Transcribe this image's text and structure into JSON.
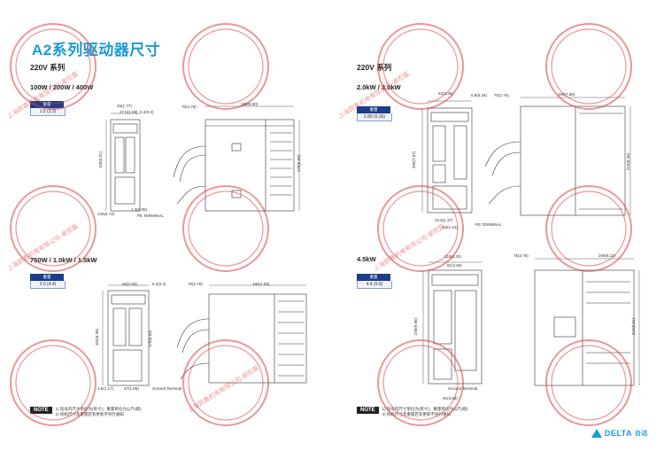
{
  "page_title": "A2系列驱动器尺寸",
  "left": {
    "voltage_label": "220V 系列",
    "group1": {
      "power_label": "100W / 200W / 400W",
      "weight_header": "重量",
      "weight_value": "1.5 (3.3)",
      "dims": {
        "d1": "45(1.77)",
        "d2": "27.5(1.08)",
        "d3": "5.2(0.2)",
        "d4": "70(2.76)",
        "d5": "165(6.50)",
        "d6": "150(5.91)",
        "d7": "170(6.69)",
        "d8": "120(4.72)",
        "d9": "1.2(0.05)"
      },
      "pe_label": "PE TERMINAL"
    },
    "group2": {
      "power_label": "750W / 1.0kW / 1.5kW",
      "weight_header": "重量",
      "weight_value": "2.0 (4.4)",
      "dims": {
        "d1": "65(2.56)",
        "d2": "5.2(0.2)",
        "d3": "70(2.76)",
        "d4": "180(7.09)",
        "d5": "162(6.38)",
        "d6": "170(6.69)",
        "d7": "3.5(1.17)",
        "d8": "47(1.85)"
      },
      "ground_label": "Ground Terminal"
    },
    "note_tag": "NOTE",
    "note_lines": [
      "1) 括号内尺寸单位为(英寸)；重量单位为公斤(磅)",
      "2) 机构尺寸及重量若有更新不另行通知"
    ]
  },
  "right": {
    "voltage_label": "220V 系列",
    "group1": {
      "power_label": "2.0kW / 3.0kW",
      "weight_header": "重量",
      "weight_value": "2.89 (6.36)",
      "dims": {
        "d1": "62(2.25)",
        "d2": "6.6(0.26)",
        "d3": "70(2.76)",
        "d4": "195(7.68)",
        "d5": "200(7.87)",
        "d6": "215(8.46)",
        "d7": "34.5(1.37)",
        "d8": "62(2.44)"
      },
      "pe_label": "PE TERMINAL"
    },
    "group2": {
      "power_label": "4.5kW",
      "weight_header": "重量",
      "weight_value": "4.4 (9.8)",
      "dims": {
        "d1": "110(4.33)",
        "d2": "91(3.58)",
        "d3": "75(2.76)",
        "d4": "206(8.11)",
        "d5": "230(9.06)",
        "d6": "244(9.61)",
        "d7": "91(3.58)"
      },
      "ground_label": "Ground Terminal"
    },
    "note_tag": "NOTE",
    "note_lines": [
      "1) 括号内尺寸单位为(英寸)；重量单位为公斤(磅)",
      "2) 机构尺寸及重量若有更新不另行通知"
    ]
  },
  "watermark_text": "上海欧鑫机电有限公司-谢宏磊",
  "brand": {
    "name": "DELTA",
    "cn": "台达",
    "color": "#1b9ad6"
  },
  "colors": {
    "accent": "#1b9ad6",
    "badge": "#1c3e8a",
    "watermark": "#d94040"
  }
}
